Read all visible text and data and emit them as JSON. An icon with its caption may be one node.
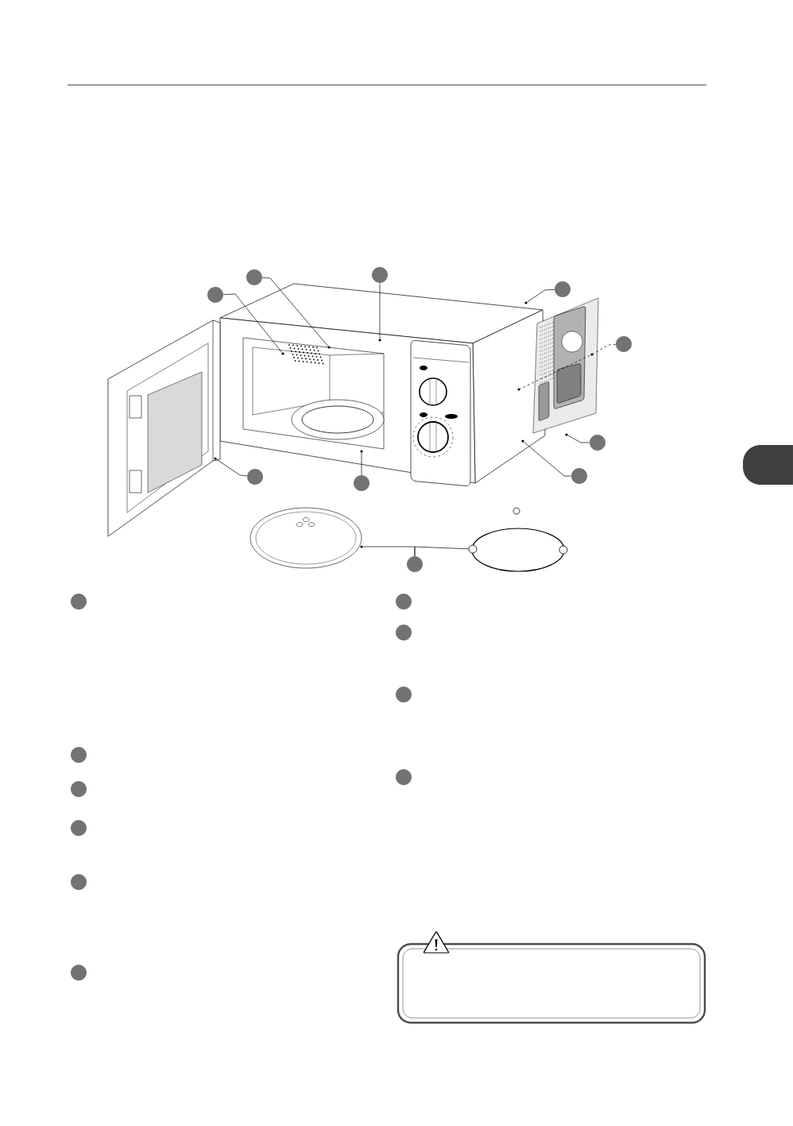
{
  "diagram": {
    "nodes": [
      {
        "text": [],
        "shape": "circle"
      },
      {
        "text": [],
        "shape": "circle"
      },
      {
        "text": [],
        "shape": "circle"
      },
      {
        "text": [],
        "shape": "circle"
      },
      {
        "text": [],
        "shape": "circle"
      },
      {
        "text": [],
        "shape": "circle"
      },
      {
        "text": [],
        "shape": "circle"
      },
      {
        "text": [],
        "shape": "circle"
      },
      {
        "text": [],
        "shape": "circle"
      },
      {
        "text": [],
        "shape": "circle"
      },
      {
        "text": [],
        "shape": "circle"
      },
      {
        "text": [],
        "shape": "circle"
      },
      {
        "text": [],
        "shape": "circle"
      },
      {
        "text": [],
        "shape": "circle"
      },
      {
        "text": [],
        "shape": "circle"
      },
      {
        "text": [],
        "shape": "circle"
      },
      {
        "text": [],
        "shape": "circle"
      },
      {
        "text": [],
        "shape": "circle"
      },
      {
        "text": [],
        "shape": "circle"
      },
      {
        "text": [],
        "shape": "circle"
      },
      {
        "text": [],
        "shape": "circle"
      },
      {
        "text": [],
        "shape": "circle"
      },
      {
        "text": [],
        "shape": "circle"
      },
      {
        "text": [],
        "shape": "circle"
      },
      {
        "text": [],
        "shape": "circle"
      },
      {
        "text": [],
        "shape": "circle"
      },
      {
        "text": [],
        "shape": "circle"
      },
      {
        "text": [],
        "shape": "circle"
      },
      {
        "text": [],
        "shape": "circle"
      },
      {
        "text": [],
        "shape": "circle"
      },
      {
        "text": [],
        "shape": "circle"
      }
    ],
    "edges": [
      {
        "from": 0,
        "to": 20,
        "arrow": "none"
      },
      {
        "from": 1,
        "to": 21,
        "arrow": "none"
      },
      {
        "from": 2,
        "to": 22,
        "arrow": "none"
      },
      {
        "from": 3,
        "to": 23,
        "arrow": "none"
      },
      {
        "from": 4,
        "to": 24,
        "arrow": "none",
        "style": "dashed"
      },
      {
        "from": 5,
        "to": 25,
        "arrow": "none"
      },
      {
        "from": 6,
        "to": 26,
        "arrow": "none"
      },
      {
        "from": 7,
        "to": 27,
        "arrow": "none"
      },
      {
        "from": 8,
        "to": 28,
        "arrow": "none"
      },
      {
        "from": 9,
        "to": 29,
        "arrow": "none"
      },
      {
        "from": 9,
        "to": 30,
        "arrow": "none"
      }
    ]
  }
}
